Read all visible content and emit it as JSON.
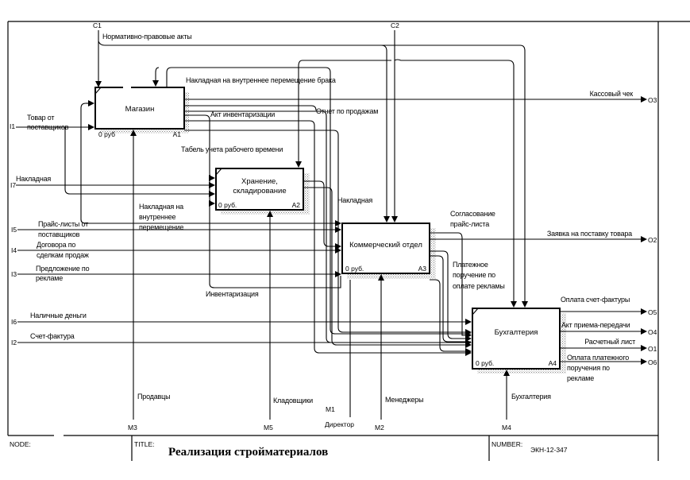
{
  "footer": {
    "node_label": "NODE:",
    "title_label": "TITLE:",
    "title": "Реализация стройматериалов",
    "number_label": "NUMBER:",
    "number": "ЭКН-12-347"
  },
  "activities": [
    {
      "id": "A1",
      "name": [
        "Магазин"
      ],
      "cost": "0 руб",
      "color": "#000000"
    },
    {
      "id": "A2",
      "name": [
        "Хранение,",
        "складирование"
      ],
      "cost": "0 руб.",
      "color": "#000000"
    },
    {
      "id": "A3",
      "name": [
        "Коммерческий отдел"
      ],
      "cost": "0 руб.",
      "color": "#000000"
    },
    {
      "id": "A4",
      "name": [
        "Бухгалтерия"
      ],
      "cost": "0 руб.",
      "color": "#000000"
    }
  ],
  "controls": [
    {
      "code": "C1",
      "label": "Нормативно-правовые акты"
    },
    {
      "code": "C2",
      "label": ""
    }
  ],
  "inputs": [
    {
      "code": "I1",
      "label": [
        "Товар от",
        "поставщиков"
      ]
    },
    {
      "code": "I7",
      "label": [
        "Накладная"
      ]
    },
    {
      "code": "I5",
      "label": [
        "Прайс-листы от",
        "поставщиков"
      ]
    },
    {
      "code": "I4",
      "label": [
        "Договора по",
        "сделкам продаж"
      ]
    },
    {
      "code": "I3",
      "label": [
        "Предложение по",
        "рекламе"
      ]
    },
    {
      "code": "I6",
      "label": [
        "Наличные деньги"
      ]
    },
    {
      "code": "I2",
      "label": [
        "Счет-фактура"
      ]
    }
  ],
  "outputs": [
    {
      "code": "O3",
      "label": [
        "Кассовый чек"
      ]
    },
    {
      "code": "O2",
      "label": [
        "Заявка на поставку товара"
      ]
    },
    {
      "code": "O5",
      "label": [
        "Оплата счет-фактуры"
      ]
    },
    {
      "code": "O4",
      "label": [
        "Акт приема-передачи"
      ]
    },
    {
      "code": "O1",
      "label": [
        "Расчетный лист"
      ]
    },
    {
      "code": "O6",
      "label": [
        "Оплата платежного",
        "поручения по",
        "рекламе"
      ]
    }
  ],
  "mechanisms": [
    {
      "code": "M3",
      "label": "Продавцы"
    },
    {
      "code": "M5",
      "label": "Кладовщики"
    },
    {
      "code": "M1",
      "label": "Директор"
    },
    {
      "code": "M2",
      "label": "Менеджеры"
    },
    {
      "code": "M4",
      "label": "Бухгалтерия"
    }
  ],
  "internal_arrows": {
    "nakladnaya_brak": "Накладная на внутреннее перемещение брака",
    "akt_inventarizacii": "Акт инвентаризации",
    "otchet_prodazham": "Отчет по продажам",
    "tabel": "Табель учета рабочего времени",
    "nakladnaya_vnutr": [
      "Накладная на",
      "внутреннее",
      "перемещение"
    ],
    "nakladnaya": "Накладная",
    "soglasovanie": [
      "Согласование",
      "прайс-листа"
    ],
    "platezhnoe": [
      "Платежное",
      "поручение по",
      "оплате рекламы"
    ],
    "inventarizaciya": "Инвентаризация"
  }
}
